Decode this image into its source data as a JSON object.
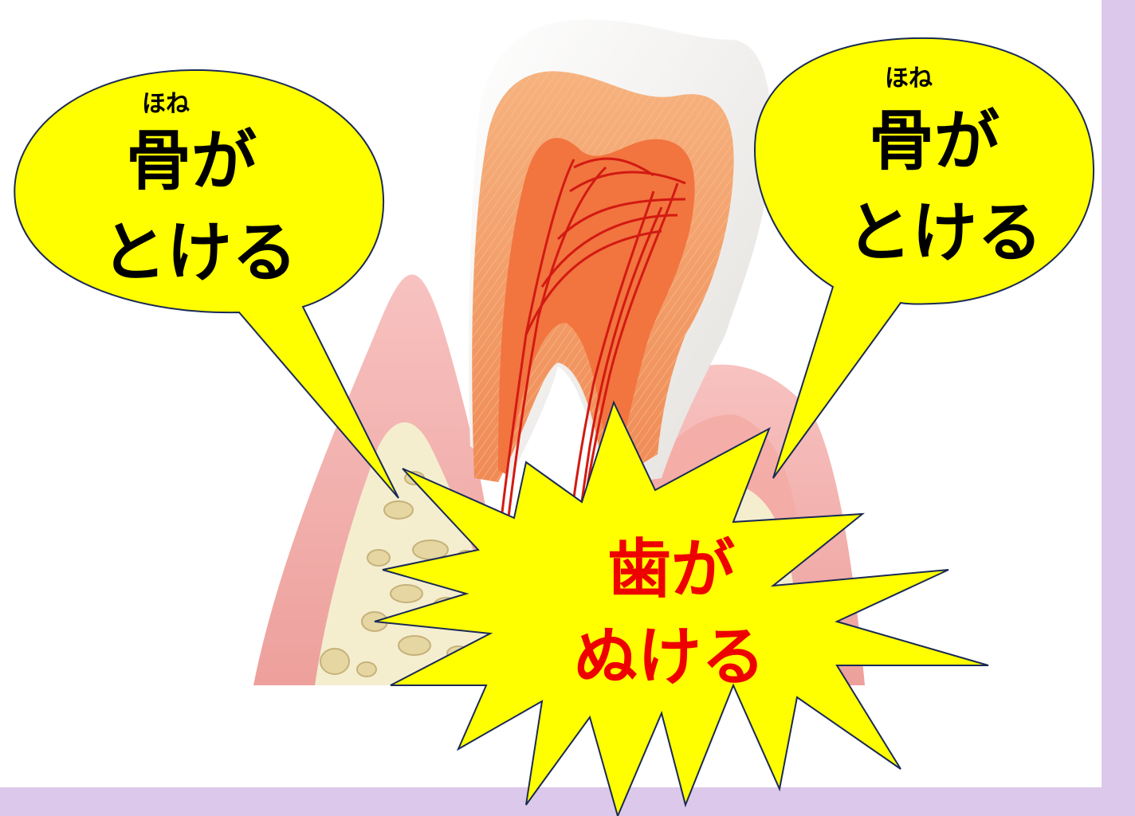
{
  "colors": {
    "frame": "#dcc8ea",
    "bubble_fill": "#ffff00",
    "bubble_stroke": "#1a2a55",
    "text_black": "#000000",
    "text_red": "#ee0000"
  },
  "callouts": {
    "left": {
      "ruby": "ほね",
      "line1": "骨が",
      "line2": "とける"
    },
    "right": {
      "ruby": "ほね",
      "line1": "骨が",
      "line2": "とける"
    },
    "burst": {
      "line1": "歯が",
      "line2": "ぬける"
    }
  }
}
